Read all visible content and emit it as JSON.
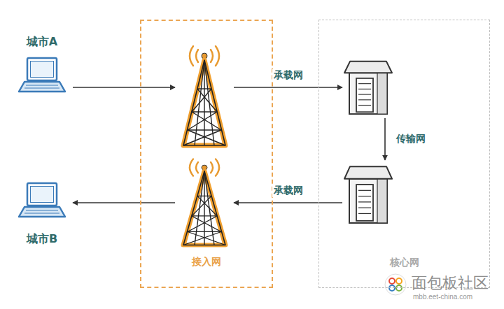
{
  "diagram": {
    "nodes": [
      {
        "text": [
          "城市A"
        ]
      },
      {
        "text": [
          "接入网"
        ]
      },
      {
        "text": [],
        "in": 1
      },
      {
        "text": [],
        "in": 1
      },
      {
        "text": [
          "核心网"
        ]
      },
      {
        "text": [],
        "in": 4
      },
      {
        "text": [],
        "in": 4
      },
      {
        "text": [
          "城市B"
        ]
      }
    ],
    "edges": [
      {
        "from": 0,
        "to": 2,
        "arrow": "to"
      },
      {
        "from": 2,
        "to": 5,
        "label": "承载网",
        "arrow": "to"
      },
      {
        "from": 5,
        "to": 6,
        "label": "传输网",
        "arrow": "to"
      },
      {
        "from": 6,
        "to": 3,
        "label": "承载网",
        "arrow": "to"
      },
      {
        "from": 3,
        "to": 7,
        "arrow": "to"
      }
    ],
    "labels": [
      "面包板社区",
      "mbb.eet-china.com"
    ]
  }
}
